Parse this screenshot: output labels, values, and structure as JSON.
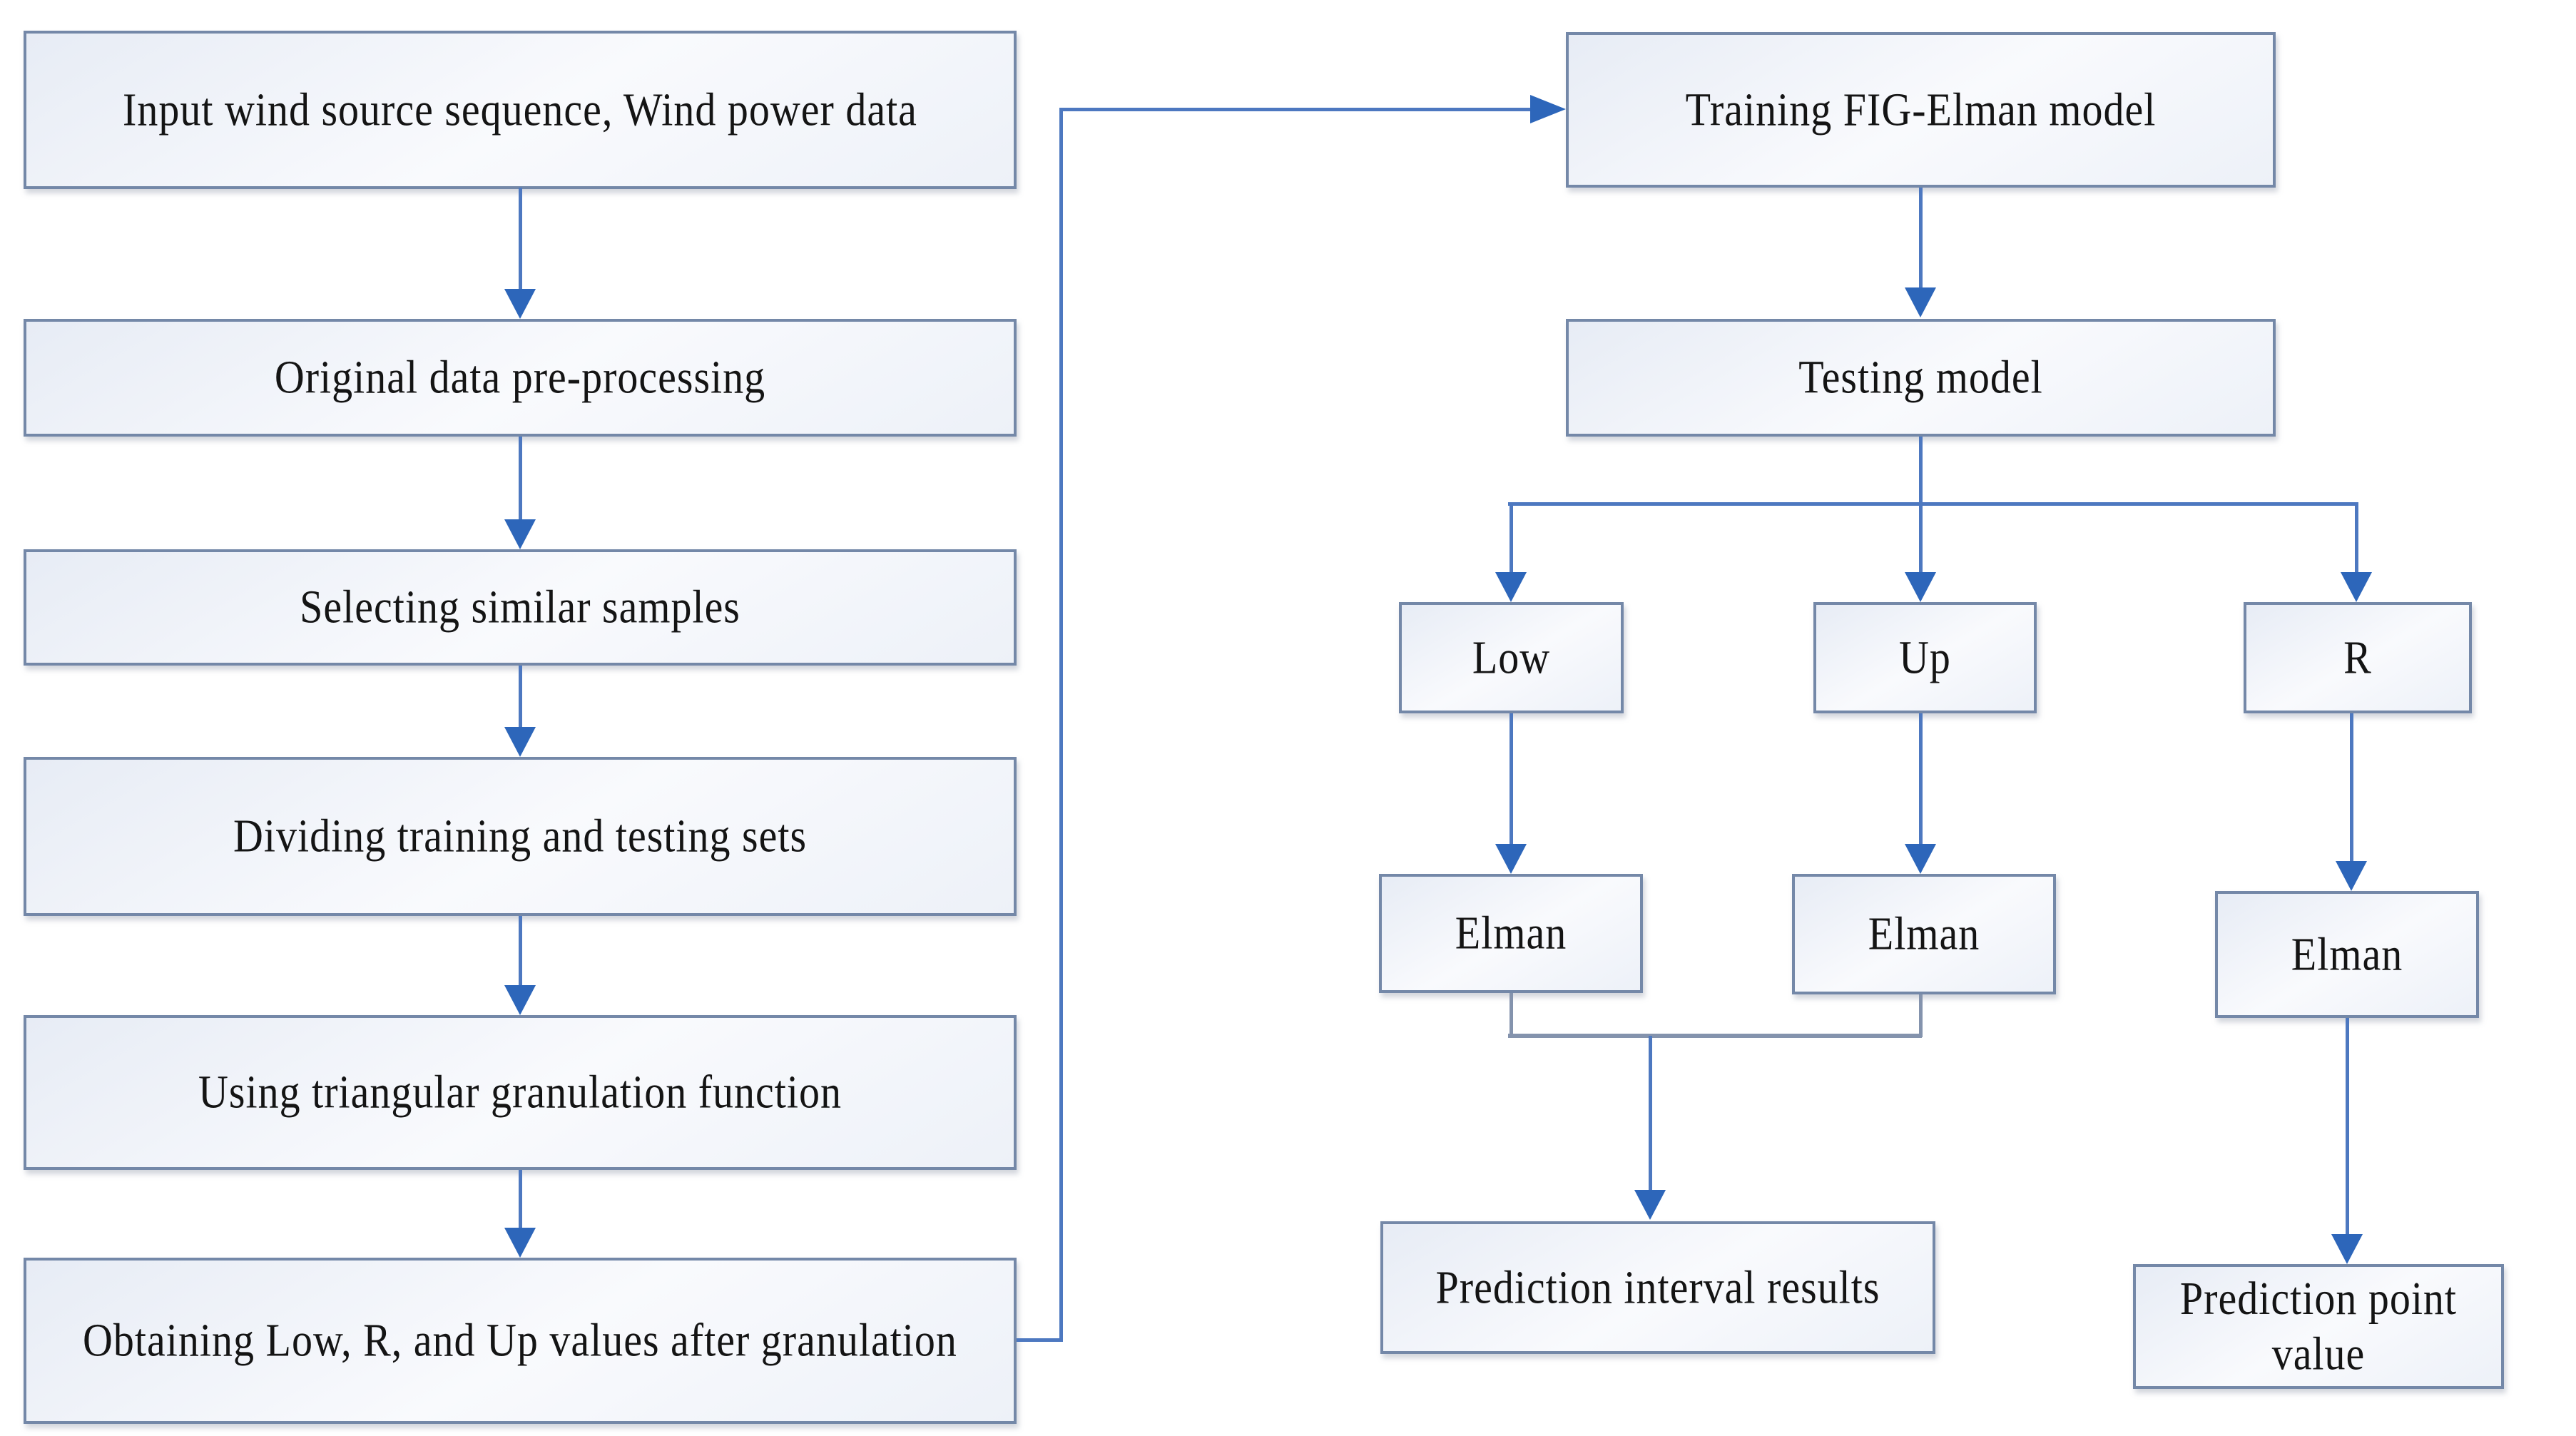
{
  "figure": {
    "type": "flowchart",
    "nodes": {
      "input": "Input wind source sequence, Wind power data",
      "preprocess": "Original data pre-processing",
      "selecting": "Selecting similar samples",
      "dividing": "Dividing training and testing sets",
      "granulation": "Using triangular granulation function",
      "obtaining": "Obtaining Low, R, and Up values after granulation",
      "training": "Training FIG-Elman model",
      "testing": "Testing model",
      "low": "Low",
      "up": "Up",
      "r": "R",
      "elman_low": "Elman",
      "elman_up": "Elman",
      "elman_r": "Elman",
      "interval": "Prediction interval results",
      "point": "Prediction point value"
    },
    "colors": {
      "box_border": "#7488a8",
      "box_fill_light": "#e7ecf5",
      "box_fill_mid": "#f9fafd",
      "box_fill_lighter": "#edf1f8",
      "connector_line": "#4d78c0",
      "arrowhead": "#2d66ba",
      "merge_line": "#8493ad",
      "text_color": "#141414"
    }
  }
}
